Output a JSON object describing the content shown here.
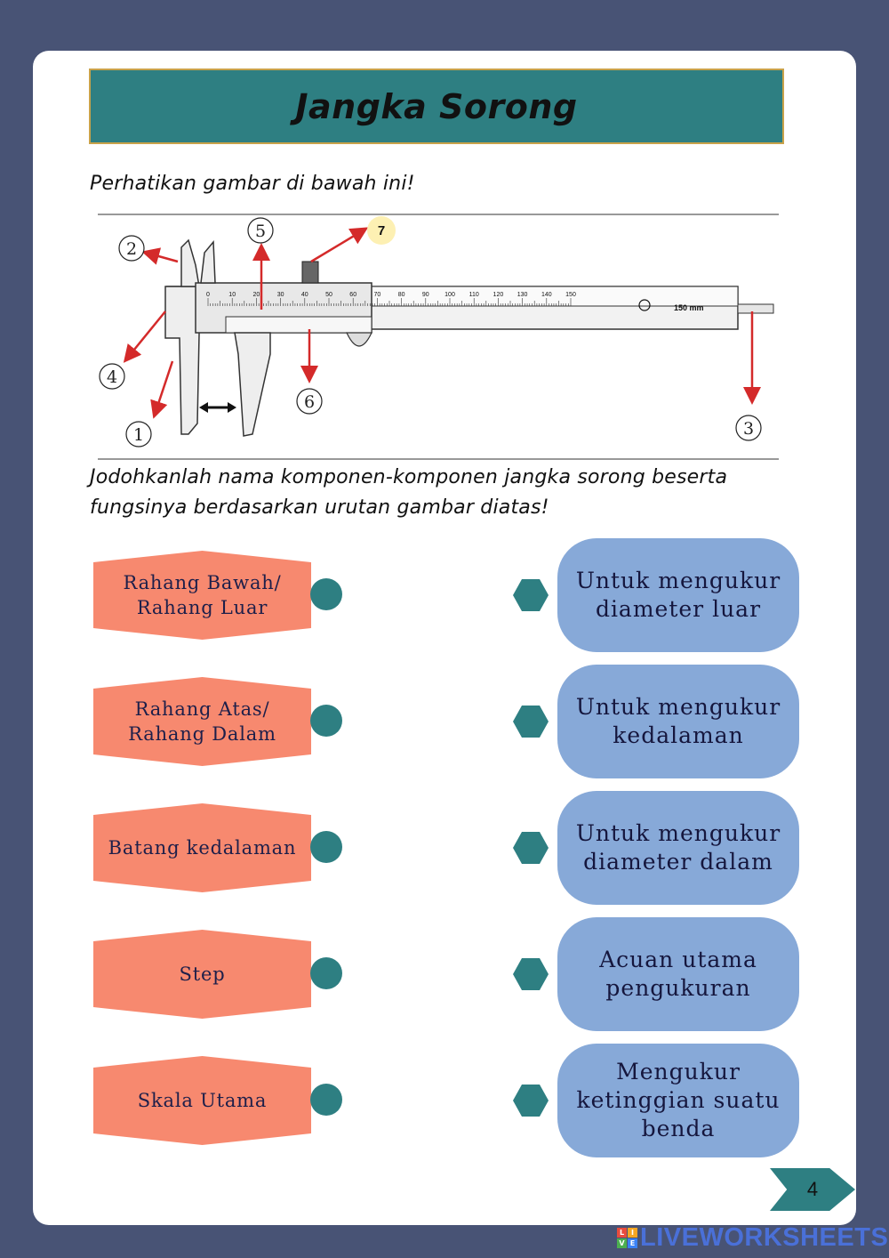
{
  "title": "Jangka Sorong",
  "instruction_1": "Perhatikan gambar di bawah ini!",
  "instruction_2": "Jodohkanlah nama komponen-komponen jangka sorong beserta fungsinya berdasarkan urutan gambar diatas!",
  "figure": {
    "callouts": [
      "1",
      "2",
      "3",
      "4",
      "5",
      "6",
      "7"
    ],
    "scale_numbers": [
      "0",
      "10",
      "20",
      "30",
      "40",
      "50",
      "60",
      "70",
      "80",
      "90",
      "100",
      "110",
      "120",
      "130",
      "140",
      "150"
    ],
    "scale_unit_label": "150 mm"
  },
  "left_items": [
    {
      "label": "Rahang Bawah/ Rahang Luar"
    },
    {
      "label": "Rahang Atas/ Rahang Dalam"
    },
    {
      "label": "Batang kedalaman"
    },
    {
      "label": "Step"
    },
    {
      "label": "Skala Utama"
    }
  ],
  "right_items": [
    {
      "label": "Untuk mengukur diameter luar"
    },
    {
      "label": "Untuk mengukur kedalaman"
    },
    {
      "label": "Untuk mengukur diameter dalam"
    },
    {
      "label": "Acuan utama pengukuran"
    },
    {
      "label": "Mengukur ketinggian suatu benda"
    }
  ],
  "page_number": "4",
  "watermark": "LIVEWORKSHEETS",
  "colors": {
    "background": "#485375",
    "banner": "#2e7f82",
    "left_tag": "#f7896f",
    "right_box": "#87a9d8",
    "connector": "#2e7f82",
    "arrow": "#d42a2a"
  }
}
